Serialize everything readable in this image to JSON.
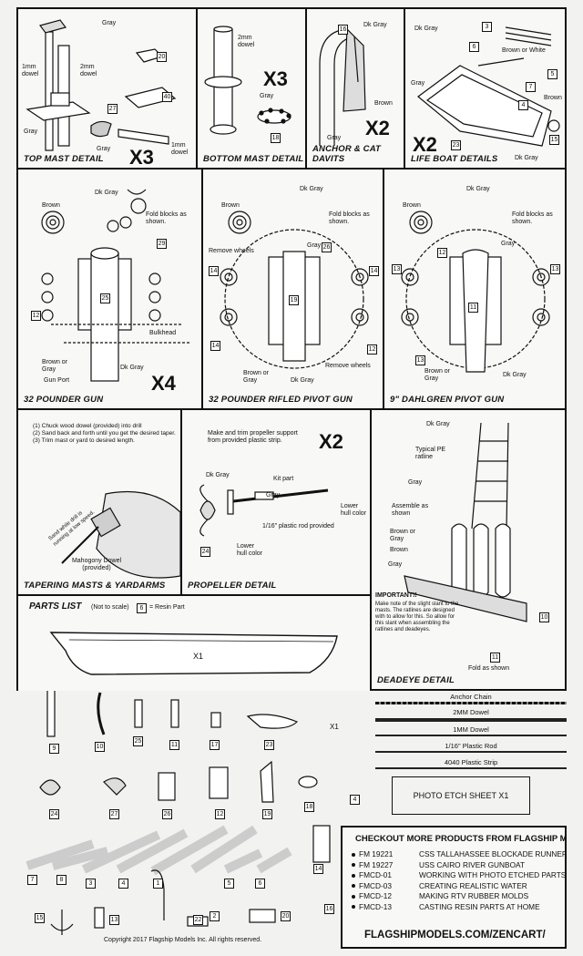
{
  "panels": {
    "top_mast": {
      "title": "TOP MAST DETAIL",
      "mult": "X3",
      "labels": {
        "gray1": "Gray",
        "dowel1": "1mm dowel",
        "dowel2": "2mm dowel",
        "gray2": "Gray",
        "gray3": "Gray",
        "dowel3": "1mm dowel"
      },
      "parts": [
        "20",
        "40",
        "27"
      ]
    },
    "bottom_mast": {
      "title": "BOTTOM MAST DETAIL",
      "mult": "X3",
      "labels": {
        "dowel": "2mm dowel",
        "gray": "Gray"
      },
      "parts": [
        "18"
      ]
    },
    "anchor": {
      "title": "ANCHOR & CAT DAVITS",
      "mult": "X2",
      "labels": {
        "dkgray": "Dk Gray",
        "brown": "Brown",
        "gray": "Gray"
      },
      "parts": [
        "16"
      ]
    },
    "lifeboat": {
      "title": "LIFE BOAT DETAILS",
      "mult": "X2",
      "labels": {
        "dkgray1": "Dk Gray",
        "brownwhite": "Brown or White",
        "gray": "Gray",
        "brown": "Brown",
        "dkgray2": "Dk Gray"
      },
      "parts": [
        "3",
        "6",
        "5",
        "7",
        "4",
        "23",
        "15"
      ]
    },
    "gun32": {
      "title": "32 POUNDER GUN",
      "mult": "X4",
      "labels": {
        "dkgray1": "Dk Gray",
        "brown": "Brown",
        "fold": "Fold blocks as shown.",
        "bulkhead": "Bulkhead",
        "browngray": "Brown or Gray",
        "dkgray2": "Dk Gray",
        "gunport": "Gun Port"
      },
      "parts": [
        "29",
        "25",
        "12"
      ]
    },
    "gun32rifled": {
      "title": "32 POUNDER RIFLED PIVOT GUN",
      "labels": {
        "dkgray1": "Dk Gray",
        "brown": "Brown",
        "fold": "Fold blocks as shown.",
        "gray": "Gray",
        "remove1": "Remove wheels",
        "remove2": "Remove wheels",
        "browngray": "Brown or Gray",
        "dkgray2": "Dk Gray"
      },
      "parts": [
        "26",
        "14",
        "19",
        "14",
        "14",
        "12"
      ]
    },
    "dahlgren": {
      "title": "9\" DAHLGREN PIVOT GUN",
      "labels": {
        "dkgray1": "Dk Gray",
        "brown": "Brown",
        "fold": "Fold blocks as shown.",
        "gray": "Gray",
        "browngray": "Brown or Gray",
        "dkgray2": "Dk Gray"
      },
      "parts": [
        "12",
        "13",
        "11",
        "13",
        "13"
      ]
    },
    "tapering": {
      "title": "TAPERING MASTS & YARDARMS",
      "steps": [
        "(1) Chuck wood dowel (provided) into drill",
        "(2) Sand back and forth until you get the desired taper.",
        "(3) Trim mast or yard to desired length."
      ],
      "labels": {
        "sand": "Sand while drill is running at low speed.",
        "dowel": "Mahogony Dowel (provided)"
      }
    },
    "propeller": {
      "title": "PROPELLER DETAIL",
      "mult": "X2",
      "labels": {
        "make": "Make and trim propeller support from provided plastic strip.",
        "dkgray": "Dk Gray",
        "kit": "Kit part",
        "gray": "Gray",
        "lower1": "Lower hull color",
        "rod": "1/16\" plastic rod provided",
        "lower2": "Lower hull color"
      },
      "parts": [
        "24"
      ]
    },
    "deadeye": {
      "title": "DEADEYE DETAIL",
      "labels": {
        "dkgray": "Dk Gray",
        "ratline": "Typical PE ratline",
        "gray1": "Gray",
        "assemble": "Assemble as shown",
        "browngray": "Brown or Gray",
        "brown": "Brown",
        "gray2": "Gray",
        "important": "IMPORTANT!!",
        "note": "Make note of the slight slant to the masts. The ratlines are designed with to allow for this. So allow for this slant when assembling the ratlines and deadeyes.",
        "fold": "Fold as shown"
      },
      "parts": [
        "10",
        "11"
      ]
    }
  },
  "parts_list": {
    "title": "PARTS LIST",
    "note": "(Not to scale)",
    "resin_num": "6",
    "resin_label": "= Resin Part",
    "hull_label": "X1",
    "x1_small": "X1",
    "row1": [
      "9",
      "10",
      "25",
      "11",
      "17",
      "23"
    ],
    "row2": [
      "24",
      "27",
      "26",
      "12",
      "19",
      "18",
      "4"
    ],
    "row3": [
      "7",
      "8",
      "3",
      "4",
      "1",
      "5",
      "6",
      "2",
      "14"
    ],
    "row4": [
      "15",
      "13",
      "22",
      "20",
      "16"
    ],
    "rods": [
      "Anchor Chain",
      "2MM Dowel",
      "1MM Dowel",
      "1/16\" Plastic Rod",
      "4040 Plastic Strip"
    ],
    "photo_etch": "PHOTO ETCH SHEET X1"
  },
  "ad": {
    "title": "CHECKOUT MORE PRODUCTS FROM FLAGSHIP MODELS",
    "items": [
      {
        "code": "FM 19221",
        "name": "CSS TALLAHASSEE BLOCKADE RUNNER"
      },
      {
        "code": "FM 19227",
        "name": "USS CAIRO RIVER GUNBOAT"
      },
      {
        "code": "FMCD-01",
        "name": "WORKING WITH PHOTO ETCHED PARTS"
      },
      {
        "code": "FMCD-03",
        "name": "CREATING REALISTIC WATER"
      },
      {
        "code": "FMCD-12",
        "name": "MAKING RTV RUBBER MOLDS"
      },
      {
        "code": "FMCD-13",
        "name": "CASTING RESIN PARTS AT HOME"
      }
    ],
    "url": "FLAGSHIPMODELS.COM/ZENCART/"
  },
  "copyright": "Copyright 2017 Flagship Models Inc.  All rights reserved."
}
